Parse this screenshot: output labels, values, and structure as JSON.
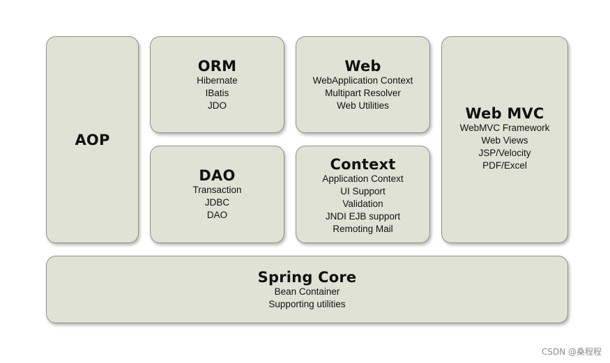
{
  "aop": {
    "title": "AOP"
  },
  "orm": {
    "title": "ORM",
    "items": [
      "Hibernate",
      "IBatis",
      "JDO"
    ]
  },
  "web": {
    "title": "Web",
    "items": [
      "WebApplication Context",
      "Multipart Resolver",
      "Web Utilities"
    ]
  },
  "webmvc": {
    "title": "Web MVC",
    "items": [
      "WebMVC Framework",
      "Web Views",
      "JSP/Velocity",
      "PDF/Excel"
    ]
  },
  "dao": {
    "title": "DAO",
    "items": [
      "Transaction",
      "JDBC",
      "DAO"
    ]
  },
  "context": {
    "title": "Context",
    "items": [
      "Application Context",
      "UI Support",
      "Validation",
      "JNDI EJB support",
      "Remoting Mail"
    ]
  },
  "core": {
    "title": "Spring Core",
    "items": [
      "Bean Container",
      "Supporting utilities"
    ]
  },
  "watermark": "CSDN @桑程程",
  "colors": {
    "box_fill": "#e0e2d6",
    "box_border": "#8f9189"
  }
}
